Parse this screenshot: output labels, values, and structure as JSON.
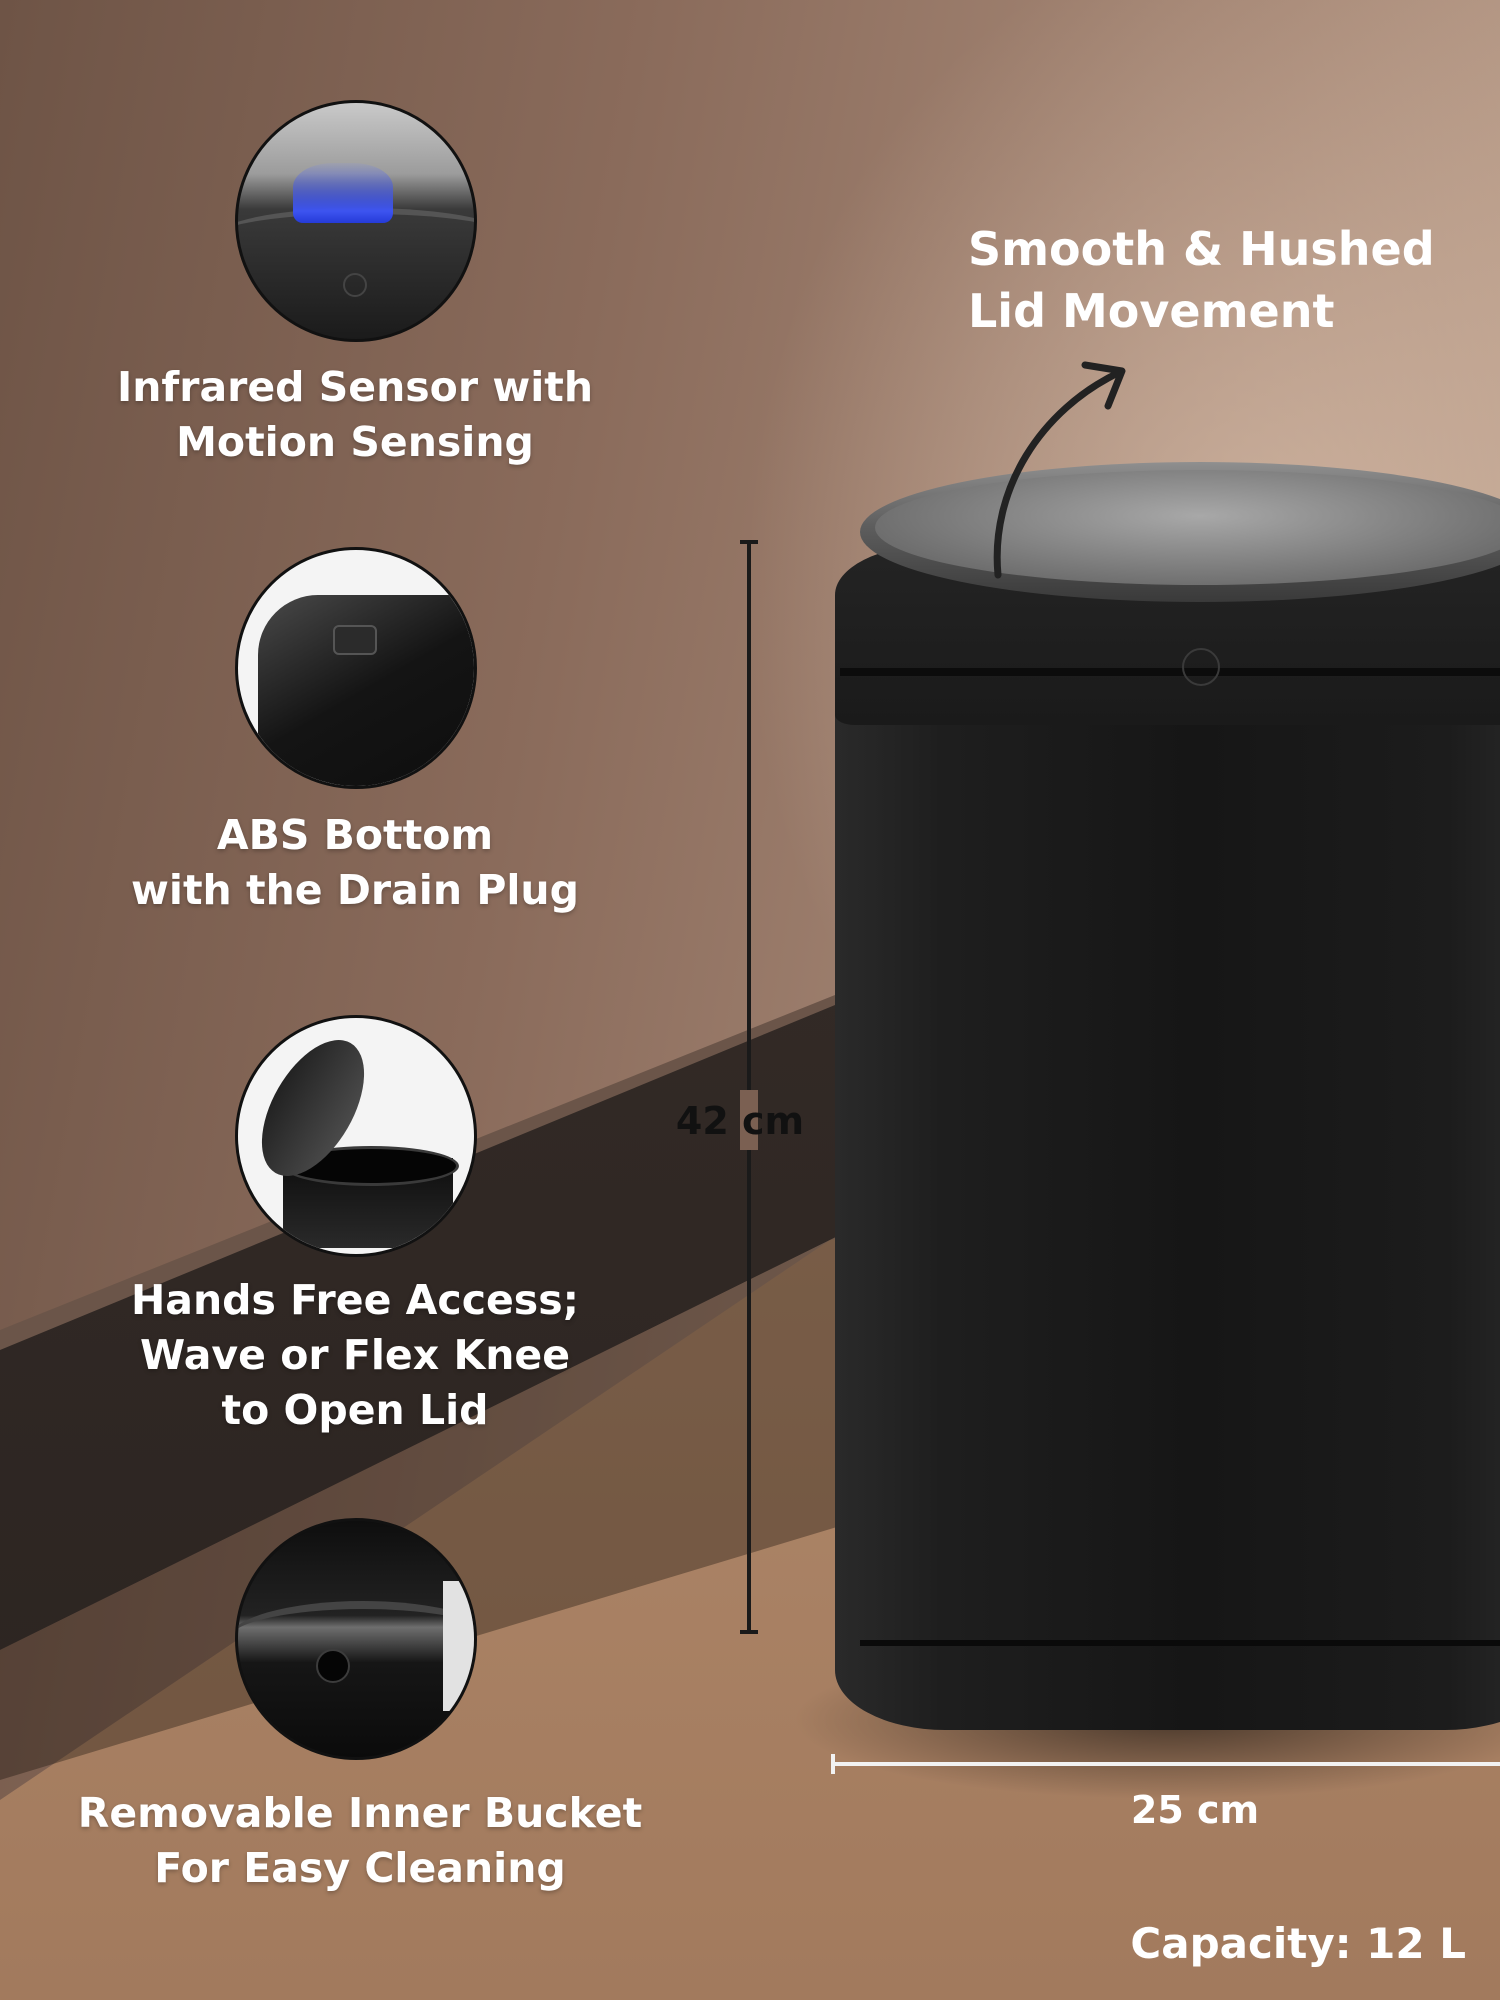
{
  "headline": {
    "line1": "Smooth & Hushed",
    "line2": "Lid Movement"
  },
  "features": [
    {
      "icon": "infrared-sensor-photo",
      "line1": "Infrared Sensor with",
      "line2": "Motion Sensing"
    },
    {
      "icon": "abs-bottom-photo",
      "line1": "ABS Bottom",
      "line2": "with the Drain Plug"
    },
    {
      "icon": "hands-free-lid-photo",
      "line1": "Hands Free Access;",
      "line2": "Wave or Flex Knee",
      "line3": "to Open Lid"
    },
    {
      "icon": "inner-bucket-photo",
      "line1": "Removable Inner Bucket",
      "line2": "For Easy Cleaning"
    }
  ],
  "dimensions": {
    "height": "42 cm",
    "width": "25 cm"
  },
  "capacity": "Capacity: 12 L"
}
